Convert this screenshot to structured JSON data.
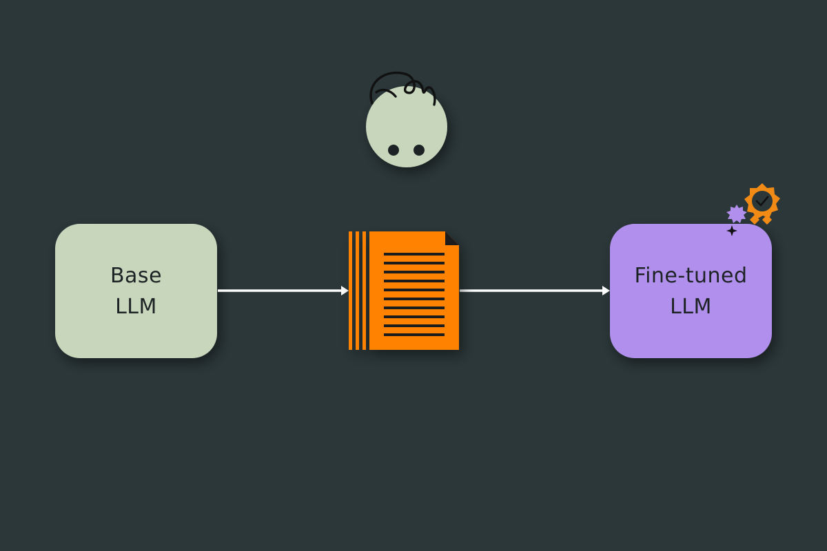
{
  "nodes": {
    "base_model": {
      "line1": "Base",
      "line2": "LLM",
      "fill": "#c8d6bc"
    },
    "fine_tuned_model": {
      "line1": "Fine-tuned",
      "line2": "LLM",
      "fill": "#b18fec"
    }
  },
  "icons": {
    "user": "user-head-icon",
    "dataset": "dataset-document-icon",
    "badge": "certified-badge-icon",
    "sparkle": "sparkle-icon"
  },
  "colors": {
    "background": "#2b3739",
    "arrow": "#ffffff",
    "document": "#ff8205",
    "badge": "#f28b16",
    "sparkle": "#b18fec",
    "user_head": "#c8d6bc"
  }
}
